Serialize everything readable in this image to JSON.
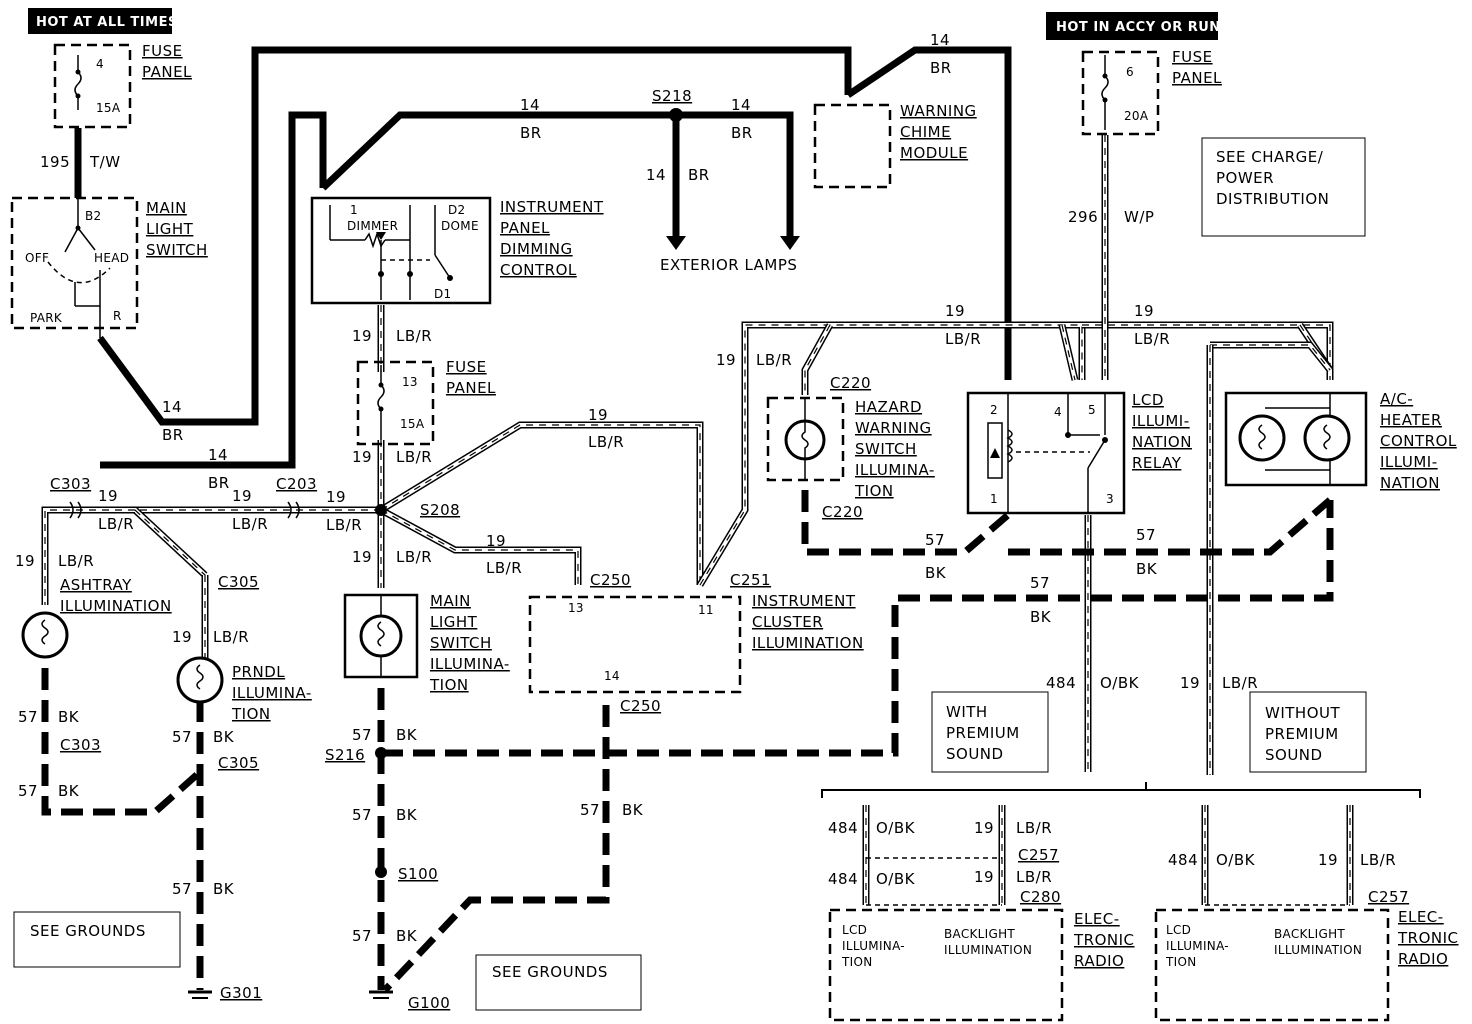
{
  "banners": {
    "hot_always": "HOT AT ALL TIMES",
    "hot_accy": "HOT IN ACCY OR RUN"
  },
  "fuse4": {
    "num": "4",
    "amps": "15A",
    "label1": "FUSE",
    "label2": "PANEL"
  },
  "fuse6": {
    "num": "6",
    "amps": "20A",
    "label1": "FUSE",
    "label2": "PANEL"
  },
  "fuse13": {
    "num": "13",
    "amps": "15A",
    "label1": "FUSE",
    "label2": "PANEL"
  },
  "wires": {
    "w195": "195",
    "tw": "T/W",
    "n14": "14",
    "br": "BR",
    "n19": "19",
    "lbr": "LB/R",
    "n57": "57",
    "bk": "BK",
    "n296": "296",
    "wp": "W/P",
    "n484": "484",
    "obk": "O/BK"
  },
  "main_light_switch": {
    "l1": "MAIN",
    "l2": "LIGHT",
    "l3": "SWITCH",
    "b2": "B2",
    "off": "OFF",
    "head": "HEAD",
    "park": "PARK",
    "r": "R"
  },
  "ip_dimming": {
    "l1": "INSTRUMENT",
    "l2": "PANEL",
    "l3": "DIMMING",
    "l4": "CONTROL",
    "p1": "1",
    "dimmer": "DIMMER",
    "d2": "D2",
    "dome": "DOME",
    "d1": "D1"
  },
  "splices": {
    "s218": "S218",
    "s208": "S208",
    "s216": "S216",
    "s100": "S100"
  },
  "exterior_lamps": "EXTERIOR LAMPS",
  "warning_chime": {
    "l1": "WARNING",
    "l2": "CHIME",
    "l3": "MODULE"
  },
  "charge_note": {
    "l1": "SEE CHARGE/",
    "l2": "POWER",
    "l3": "DISTRIBUTION"
  },
  "connectors": {
    "c220": "C220",
    "c303": "C303",
    "c203": "C203",
    "c305": "C305",
    "c250": "C250",
    "c251": "C251",
    "c257": "C257",
    "c280": "C280"
  },
  "hazard": {
    "l1": "HAZARD",
    "l2": "WARNING",
    "l3": "SWITCH",
    "l4": "ILLUMINA-",
    "l5": "TION"
  },
  "lcd_relay": {
    "l1": "LCD",
    "l2": "ILLUMI-",
    "l3": "NATION",
    "l4": "RELAY",
    "p1": "1",
    "p2": "2",
    "p3": "3",
    "p4": "4",
    "p5": "5"
  },
  "ac_heater": {
    "l1": "A/C-",
    "l2": "HEATER",
    "l3": "CONTROL",
    "l4": "ILLUMI-",
    "l5": "NATION"
  },
  "ashtray": {
    "l1": "ASHTRAY",
    "l2": "ILLUMINATION"
  },
  "prndl": {
    "l1": "PRNDL",
    "l2": "ILLUMINA-",
    "l3": "TION"
  },
  "mls_illum": {
    "l1": "MAIN",
    "l2": "LIGHT",
    "l3": "SWITCH",
    "l4": "ILLUMINA-",
    "l5": "TION"
  },
  "cluster": {
    "l1": "INSTRUMENT",
    "l2": "CLUSTER",
    "l3": "ILLUMINATION",
    "p13": "13",
    "p11": "11",
    "p14": "14"
  },
  "with_premium": {
    "l1": "WITH",
    "l2": "PREMIUM",
    "l3": "SOUND"
  },
  "without_premium": {
    "l1": "WITHOUT",
    "l2": "PREMIUM",
    "l3": "SOUND"
  },
  "radio": {
    "l1": "ELEC-",
    "l2": "TRONIC",
    "l3": "RADIO",
    "lcd1": "LCD",
    "lcd2": "ILLUMINA-",
    "lcd3": "TION",
    "back1": "BACKLIGHT",
    "back2": "ILLUMINATION"
  },
  "grounds": {
    "see": "SEE GROUNDS",
    "g301": "G301",
    "g100": "G100"
  }
}
